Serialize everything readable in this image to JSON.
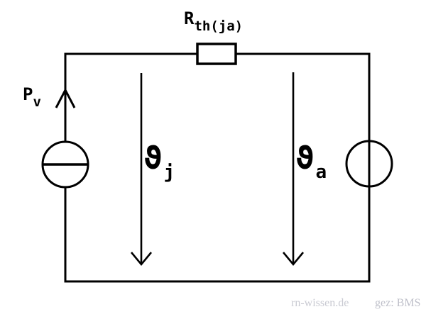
{
  "labels": {
    "resistor": {
      "base": "R",
      "sub": "th(ja)"
    },
    "power": {
      "base": "P",
      "sub": "v"
    },
    "theta_j": {
      "base": "ϑ",
      "sub": "j"
    },
    "theta_a": {
      "base": "ϑ",
      "sub": "a"
    }
  },
  "watermark": {
    "site": "rn-wissen.de",
    "credit": "gez: BMS"
  },
  "symbols": {
    "resistor": "rectangle-resistor-symbol",
    "left_source": "current-source-circle-with-horizontal-bar",
    "right_source": "voltage-source-circle-with-through-line",
    "power_arrow_direction": "up",
    "theta_arrows_direction": "down"
  },
  "colors": {
    "stroke": "#000000",
    "background": "#ffffff",
    "watermark_site": "#c9cad2",
    "watermark_credit": "#bfc0ca"
  }
}
